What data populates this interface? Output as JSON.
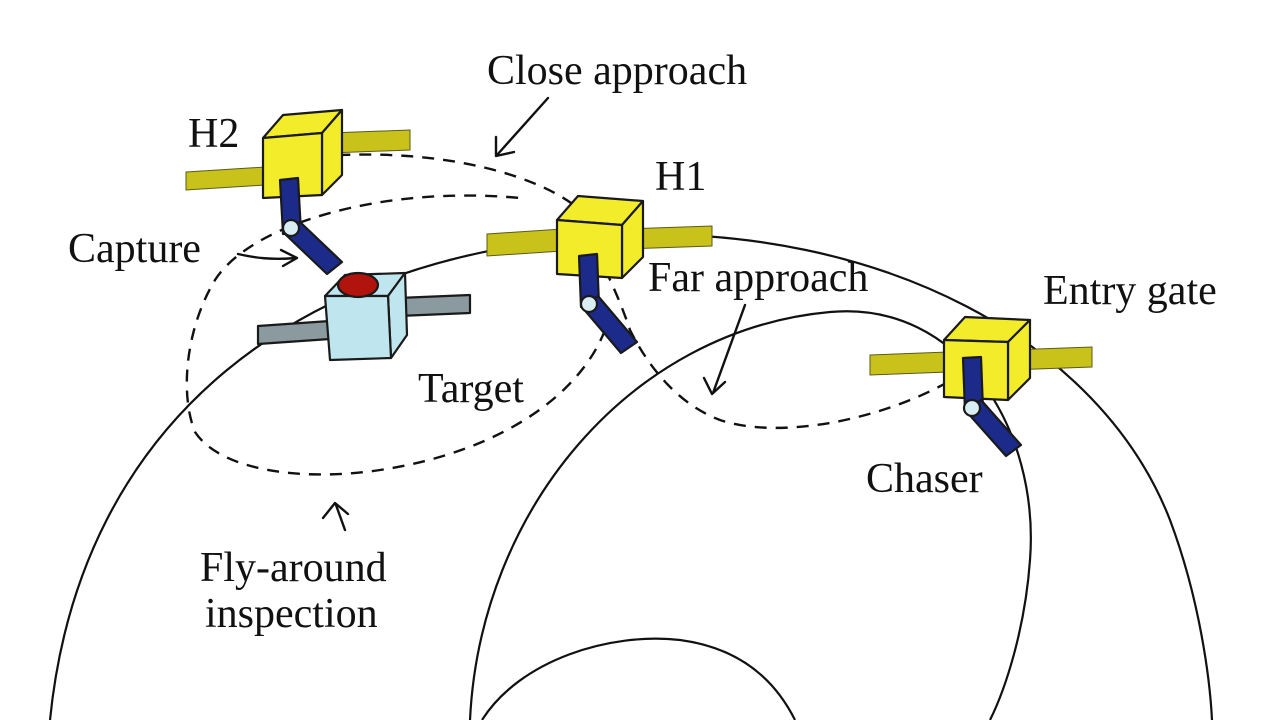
{
  "labels": {
    "close_approach": "Close approach",
    "h2": "H2",
    "h1": "H1",
    "capture": "Capture",
    "far_approach": "Far approach",
    "entry_gate": "Entry gate",
    "target": "Target",
    "chaser": "Chaser",
    "fly_around_line1": "Fly-around",
    "fly_around_line2": "inspection"
  },
  "colors": {
    "chaser_body": "#f2ec2a",
    "chaser_panel": "#c8c21a",
    "target_body": "#bfe6ee",
    "target_panel": "#8a9a9e",
    "arm": "#1c2a8a",
    "target_marker": "#b0140c"
  }
}
